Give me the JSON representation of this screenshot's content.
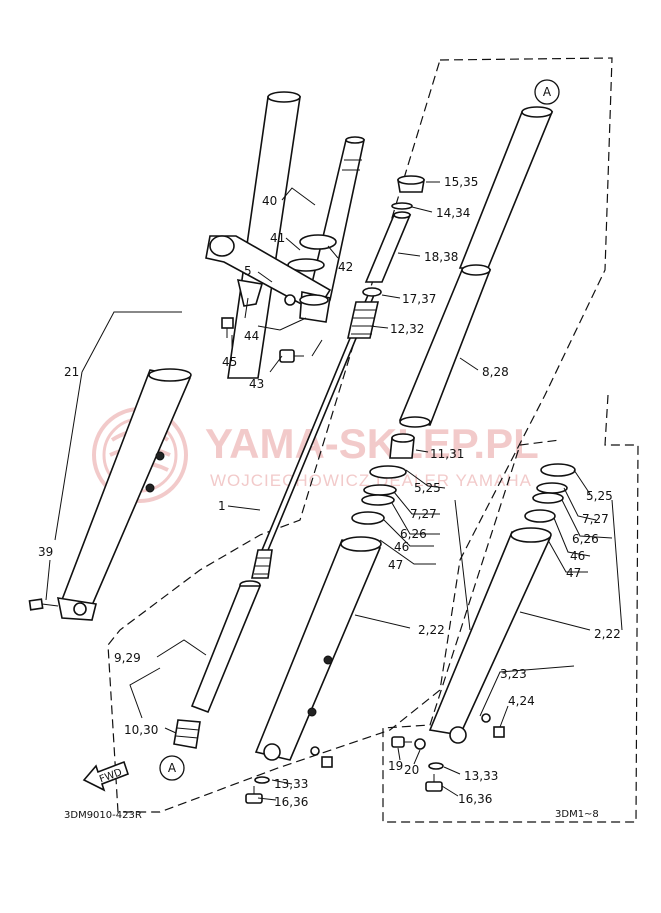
{
  "labels": {
    "p40": "40",
    "p41": "41",
    "p42": "42",
    "p5": "5",
    "p44": "44",
    "p45": "45",
    "p43": "43",
    "p21": "21",
    "p1": "1",
    "p39": "39",
    "p9_29": "9,29",
    "p10_30": "10,30",
    "pA_bottom": "A",
    "pA_top": "A",
    "p15_35": "15,35",
    "p14_34": "14,34",
    "p18_38": "18,38",
    "p17_37": "17,37",
    "p12_32": "12,32",
    "p8_28": "8,28",
    "p11_31": "11,31",
    "p5_25a": "5,25",
    "p7_27a": "7,27",
    "p6_26a": "6,26",
    "p46a": "46",
    "p47a": "47",
    "p2_22a": "2,22",
    "p13_33a": "13,33",
    "p16_36a": "16,36",
    "p5_25b": "5,25",
    "p7_27b": "7,27",
    "p6_26b": "6,26",
    "p46b": "46",
    "p47b": "47",
    "p2_22b": "2,22",
    "p3_23": "3,23",
    "p4_24": "4,24",
    "p19": "19",
    "p20": "20",
    "p13_33b": "13,33",
    "p16_36b": "16,36"
  },
  "codes": {
    "left": "3DM9010-423R",
    "right": "3DM1~8"
  },
  "fwd_label": "FWD",
  "watermark": {
    "title": "YAMA-SKLEP.PL",
    "subtitle": "WOJCIECHOWICZ DEALER YAMAHA"
  },
  "colors": {
    "watermark": "#e8a0a0",
    "line": "#111111"
  }
}
